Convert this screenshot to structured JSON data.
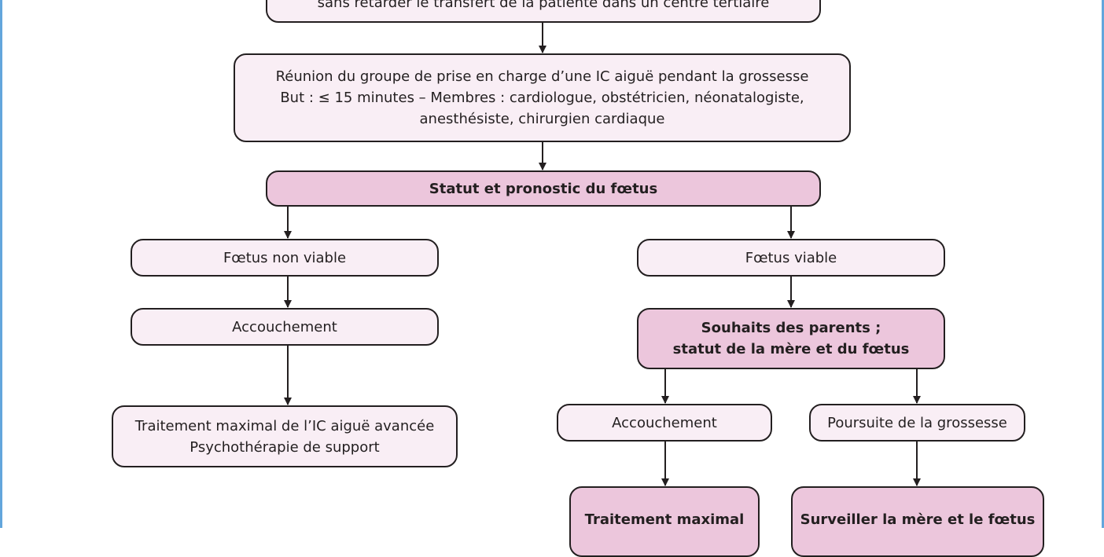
{
  "flowchart": {
    "top_note": {
      "lines": [
        "sans retarder le transfert de la patiente dans un centre tertiaire"
      ]
    },
    "meeting": {
      "lines": [
        "Réunion du groupe de prise en charge d’une IC aiguë pendant la grossesse",
        "But : ≤ 15 minutes – Membres : cardiologue, obstétricien, néonatalogiste,",
        "anesthésiste, chirurgien cardiaque"
      ]
    },
    "fetal_status": {
      "lines": [
        "Statut et pronostic du fœtus"
      ]
    },
    "non_viable": {
      "lines": [
        "Fœtus non viable"
      ]
    },
    "viable": {
      "lines": [
        "Fœtus viable"
      ]
    },
    "left_delivery": {
      "lines": [
        "Accouchement"
      ]
    },
    "left_treatment": {
      "lines": [
        "Traitement maximal de l’IC aiguë avancée",
        "Psychothérapie de support"
      ]
    },
    "parents_wishes": {
      "lines": [
        "Souhaits des parents ;",
        "statut de la mère et du fœtus"
      ]
    },
    "right_delivery": {
      "lines": [
        "Accouchement"
      ]
    },
    "continue_pregnancy": {
      "lines": [
        "Poursuite de la grossesse"
      ]
    },
    "bottom_treatment": {
      "lines": [
        "Traitement maximal"
      ]
    },
    "monitor": {
      "lines": [
        "Surveiller la mère et le fœtus"
      ]
    }
  },
  "colors": {
    "box_fill": "#f9eef5",
    "highlight_fill": "#ecc6dc",
    "stroke": "#231f20",
    "frame": "#63a6dc"
  }
}
